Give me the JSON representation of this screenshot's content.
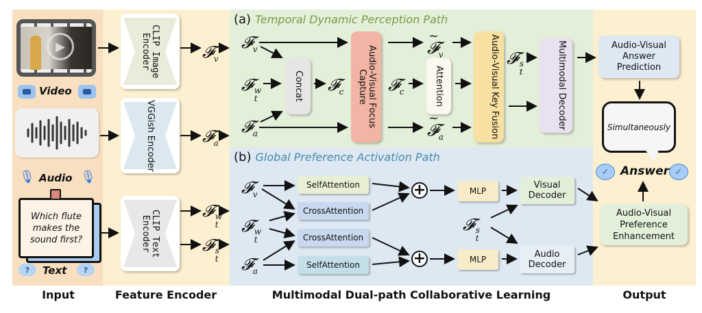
{
  "columns": {
    "input": "Input",
    "feature_encoder": "Feature Encoder",
    "collab": "Multimodal Dual-path Collaborative Learning",
    "output": "Output"
  },
  "input": {
    "video_label": "Video",
    "audio_label": "Audio",
    "text_label": "Text",
    "question": "Which flute makes the sound first?"
  },
  "encoders": {
    "image": "CLIP Image Encoder",
    "audio": "VGGish Encoder",
    "text": "CLIP Text Encoder"
  },
  "symbols": {
    "F": "𝓕",
    "v": "v",
    "a": "a",
    "t": "t",
    "c": "c",
    "w": "w",
    "s": "s"
  },
  "path_a": {
    "tag": "(a)",
    "title": "Temporal Dynamic Perception Path",
    "title_color": "#7a9a4a",
    "concat": "Concat",
    "focus": "Audio-Visual Focus Capture",
    "attention": "Attention",
    "fusion": "Audio-Visual Key Fusion",
    "decoder": "Multimodal Decoder"
  },
  "path_b": {
    "tag": "(b)",
    "title": "Global Preference Activation Path",
    "title_color": "#4a8aa8",
    "self_attention": "SelfAttention",
    "cross_attention": "CrossAttention",
    "mlp": "MLP",
    "visual_decoder": "Visual Decoder",
    "audio_decoder": "Audio Decoder"
  },
  "output": {
    "prediction": "Audio-Visual Answer Prediction",
    "bubble": "Simultaneously",
    "answer": "Answer",
    "enhancement": "Audio-Visual Preference Enhancement"
  },
  "colors": {
    "input_bg": "#f8dfc0",
    "encoder_bg": "#fcf0d0",
    "path_a_bg": "#e3efd9",
    "path_b_bg": "#dde8f3",
    "output_bg": "#fcf0d0",
    "focus": "#f2b4a4",
    "fusion": "#f8e0a0",
    "decoder": "#e8e2f0",
    "concat": "#e6e6e6",
    "attention": "#fbf8f0"
  }
}
